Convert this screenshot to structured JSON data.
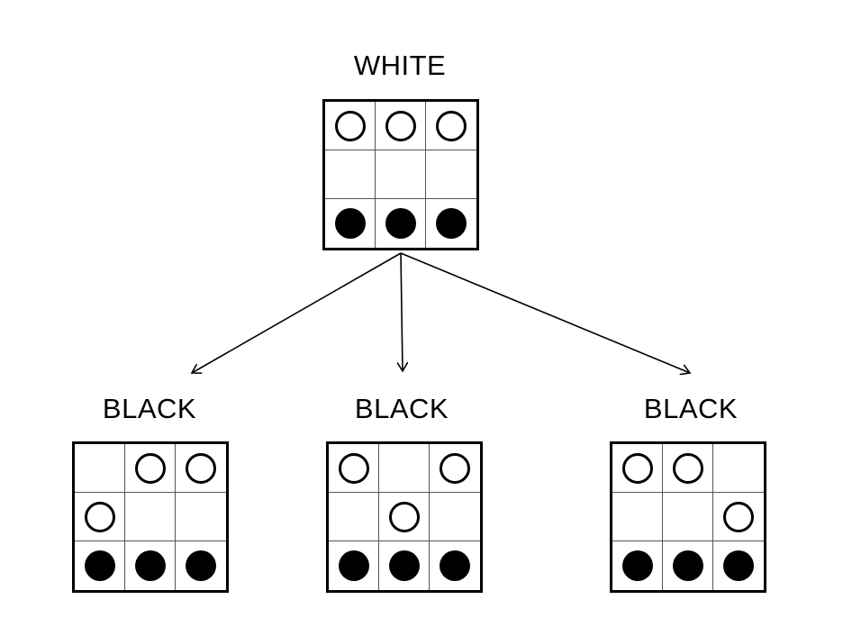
{
  "root": {
    "label": "WHITE",
    "grid": [
      [
        "W",
        "W",
        "W"
      ],
      [
        "",
        "",
        ""
      ],
      [
        "B",
        "B",
        "B"
      ]
    ]
  },
  "children": [
    {
      "label": "BLACK",
      "grid": [
        [
          "",
          "W",
          "W"
        ],
        [
          "W",
          "",
          ""
        ],
        [
          "B",
          "B",
          "B"
        ]
      ]
    },
    {
      "label": "BLACK",
      "grid": [
        [
          "W",
          "",
          "W"
        ],
        [
          "",
          "W",
          ""
        ],
        [
          "B",
          "B",
          "B"
        ]
      ]
    },
    {
      "label": "BLACK",
      "grid": [
        [
          "W",
          "W",
          ""
        ],
        [
          "",
          "",
          "W"
        ],
        [
          "B",
          "B",
          "B"
        ]
      ]
    }
  ],
  "colors": {
    "line": "#000000",
    "background": "#ffffff",
    "black_piece": "#000000",
    "white_piece": "#ffffff"
  }
}
